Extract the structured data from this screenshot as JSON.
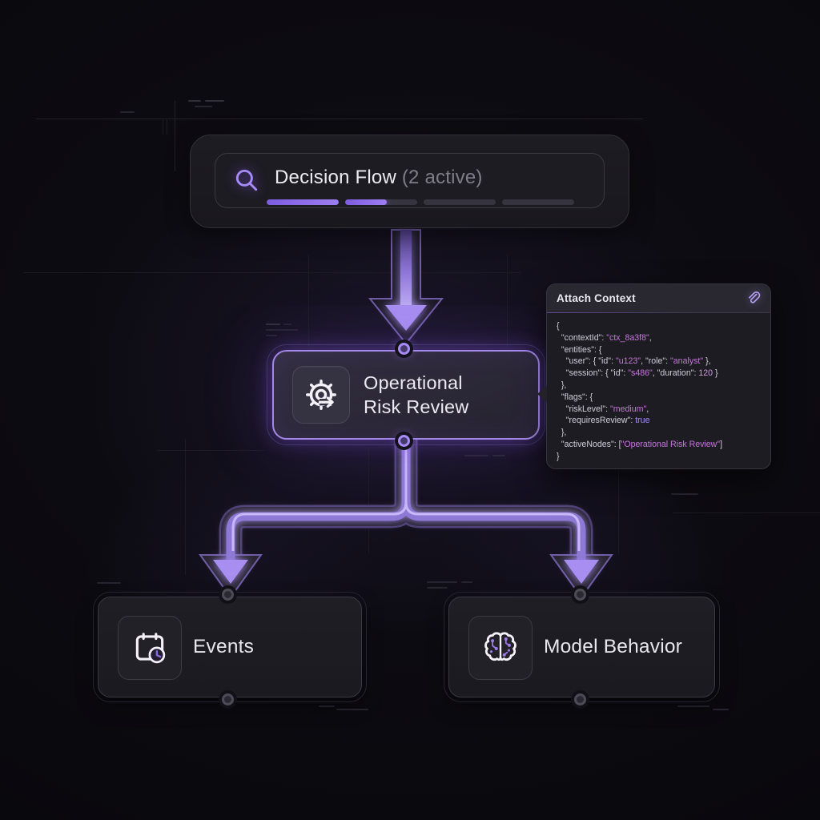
{
  "toolbar": {
    "title": "Decision Flow",
    "status": "(2 active)",
    "icon": "search-icon",
    "segments": [
      {
        "fill": 100
      },
      {
        "fill": 58
      },
      {
        "fill": 0
      },
      {
        "fill": 0
      }
    ]
  },
  "nodes": {
    "central": {
      "line1": "Operational",
      "line2": "Risk Review",
      "icon": "gear-process-icon",
      "active": true
    },
    "events": {
      "label": "Events",
      "icon": "calendar-clock-icon"
    },
    "model": {
      "label": "Model Behavior",
      "icon": "brain-circuit-icon"
    }
  },
  "context_panel": {
    "title": "Attach Context",
    "icon": "paperclip-icon",
    "code_lines": [
      [
        [
          "{",
          "p"
        ]
      ],
      [
        [
          "  ",
          "p"
        ],
        [
          "\"contextId\"",
          "k"
        ],
        [
          ": ",
          "p"
        ],
        [
          "\"ctx_8a3f8\"",
          "s"
        ],
        [
          ",",
          "p"
        ]
      ],
      [
        [
          "  ",
          "p"
        ],
        [
          "\"entities\"",
          "k"
        ],
        [
          ": {",
          "p"
        ]
      ],
      [
        [
          "    ",
          "p"
        ],
        [
          "\"user\"",
          "k"
        ],
        [
          ": { ",
          "p"
        ],
        [
          "\"id\"",
          "k"
        ],
        [
          ": ",
          "p"
        ],
        [
          "\"u123\"",
          "s"
        ],
        [
          ", ",
          "p"
        ],
        [
          "\"role\"",
          "k"
        ],
        [
          ": ",
          "p"
        ],
        [
          "\"analyst\"",
          "s"
        ],
        [
          " },",
          "p"
        ]
      ],
      [
        [
          "    ",
          "p"
        ],
        [
          "\"session\"",
          "k"
        ],
        [
          ": { ",
          "p"
        ],
        [
          "\"id\"",
          "k"
        ],
        [
          ": ",
          "p"
        ],
        [
          "\"s486\"",
          "s"
        ],
        [
          ", ",
          "p"
        ],
        [
          "\"duration\"",
          "k"
        ],
        [
          ": ",
          "p"
        ],
        [
          "120",
          "n"
        ],
        [
          " }",
          "p"
        ]
      ],
      [
        [
          "  },",
          "p"
        ]
      ],
      [
        [
          "  ",
          "p"
        ],
        [
          "\"flags\"",
          "k"
        ],
        [
          ": {",
          "p"
        ]
      ],
      [
        [
          "    ",
          "p"
        ],
        [
          "\"riskLevel\"",
          "k"
        ],
        [
          ": ",
          "p"
        ],
        [
          "\"medium\"",
          "s"
        ],
        [
          ",",
          "p"
        ]
      ],
      [
        [
          "    ",
          "p"
        ],
        [
          "\"requiresReview\"",
          "k"
        ],
        [
          ": ",
          "p"
        ],
        [
          "true",
          "b"
        ]
      ],
      [
        [
          "  },",
          "p"
        ]
      ],
      [
        [
          "  ",
          "p"
        ],
        [
          "\"activeNodes\"",
          "k"
        ],
        [
          ": [",
          "p"
        ],
        [
          "\"Operational Risk Review\"",
          "s"
        ],
        [
          "]",
          "p"
        ]
      ],
      [
        [
          "}",
          "p"
        ]
      ]
    ]
  },
  "colors": {
    "accent": "#8b5cf6",
    "accent_light": "#a78bfa",
    "code_key": "#cfcdd8",
    "code_string": "#c678dd",
    "code_number": "#d19ae8",
    "code_boolean": "#a78bfa"
  }
}
